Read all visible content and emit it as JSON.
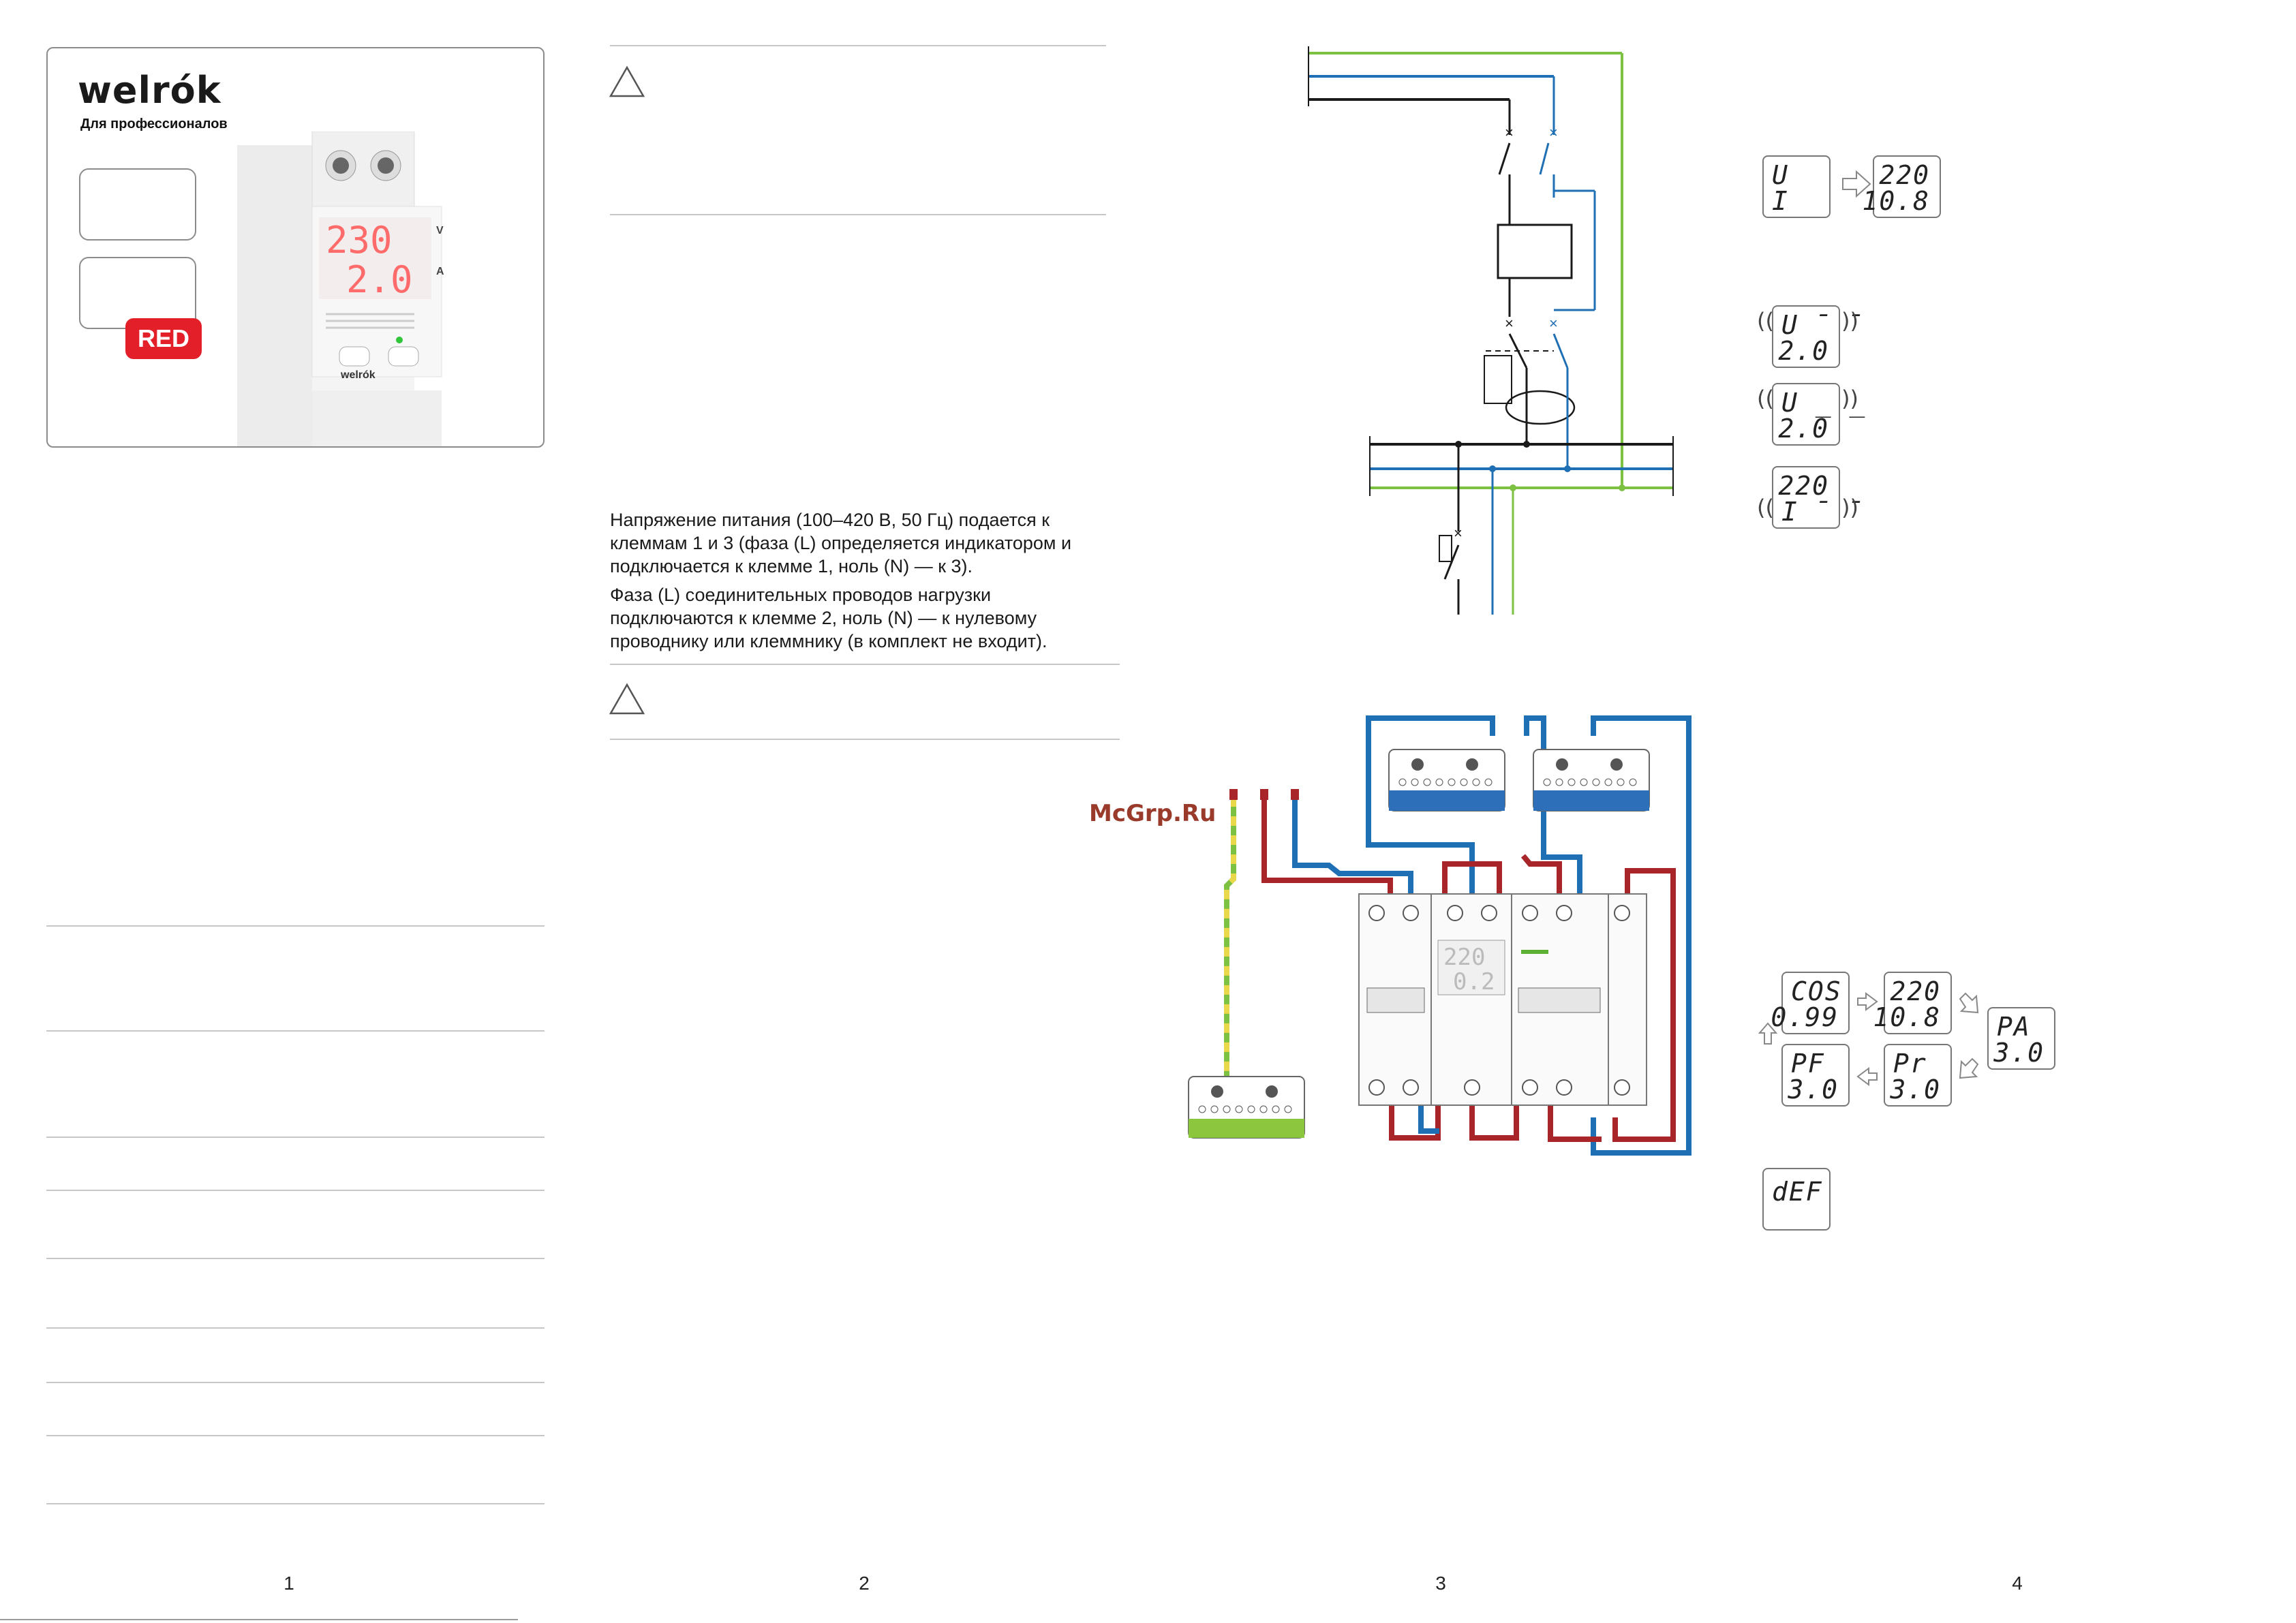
{
  "cover": {
    "brand": "welrók",
    "tagline": "Для профессионалов",
    "badge": "RED",
    "device_display": {
      "voltage": "230",
      "current": "2.0",
      "unit_v": "V",
      "unit_a": "A"
    },
    "device_brand": "welrók"
  },
  "page2": {
    "paragraph1": "Напряжение питания (100–420 В, 50 Гц) подается к клеммам 1 и 3 (фаза (L) определяется индикатором и подключается к клемме 1, ноль (N) — к 3).",
    "paragraph2": "Фаза (L) соединительных проводов нагрузки подключаются к клемме 2, ноль (N) — к нулевому проводнику или клеммнику (в комплект не входит)."
  },
  "watermark": "McGrp.Ru",
  "page4": {
    "top_lcd_a": {
      "line1": "U",
      "line2": "I"
    },
    "top_lcd_b": {
      "line1": "220",
      "line2": "10.8"
    },
    "blink_lcd_1": {
      "line1": "U ̄ ̄",
      "line2": "2.0"
    },
    "blink_lcd_2": {
      "line1": "U _ _",
      "line2": "2.0"
    },
    "blink_lcd_3": {
      "line1": "220",
      "line2": "I ̄ ̄"
    },
    "cycle_lcd_cos": {
      "line1": "COS",
      "line2": "0.99"
    },
    "cycle_lcd_ui": {
      "line1": "220",
      "line2": "10.8"
    },
    "cycle_lcd_pa": {
      "line1": "PA",
      "line2": "3.0"
    },
    "cycle_lcd_pf": {
      "line1": "PF",
      "line2": "3.0"
    },
    "cycle_lcd_pr": {
      "line1": "Pr",
      "line2": "3.0"
    },
    "def_lcd": {
      "line1": "dEF"
    }
  },
  "page_numbers": [
    "1",
    "2",
    "3",
    "4"
  ],
  "colors": {
    "phase_black": "#1a1a1a",
    "neutral_blue": "#1f6fb5",
    "earth_green": "#7cc142",
    "load_red": "#a8262a",
    "brand_red": "#e3202a"
  }
}
